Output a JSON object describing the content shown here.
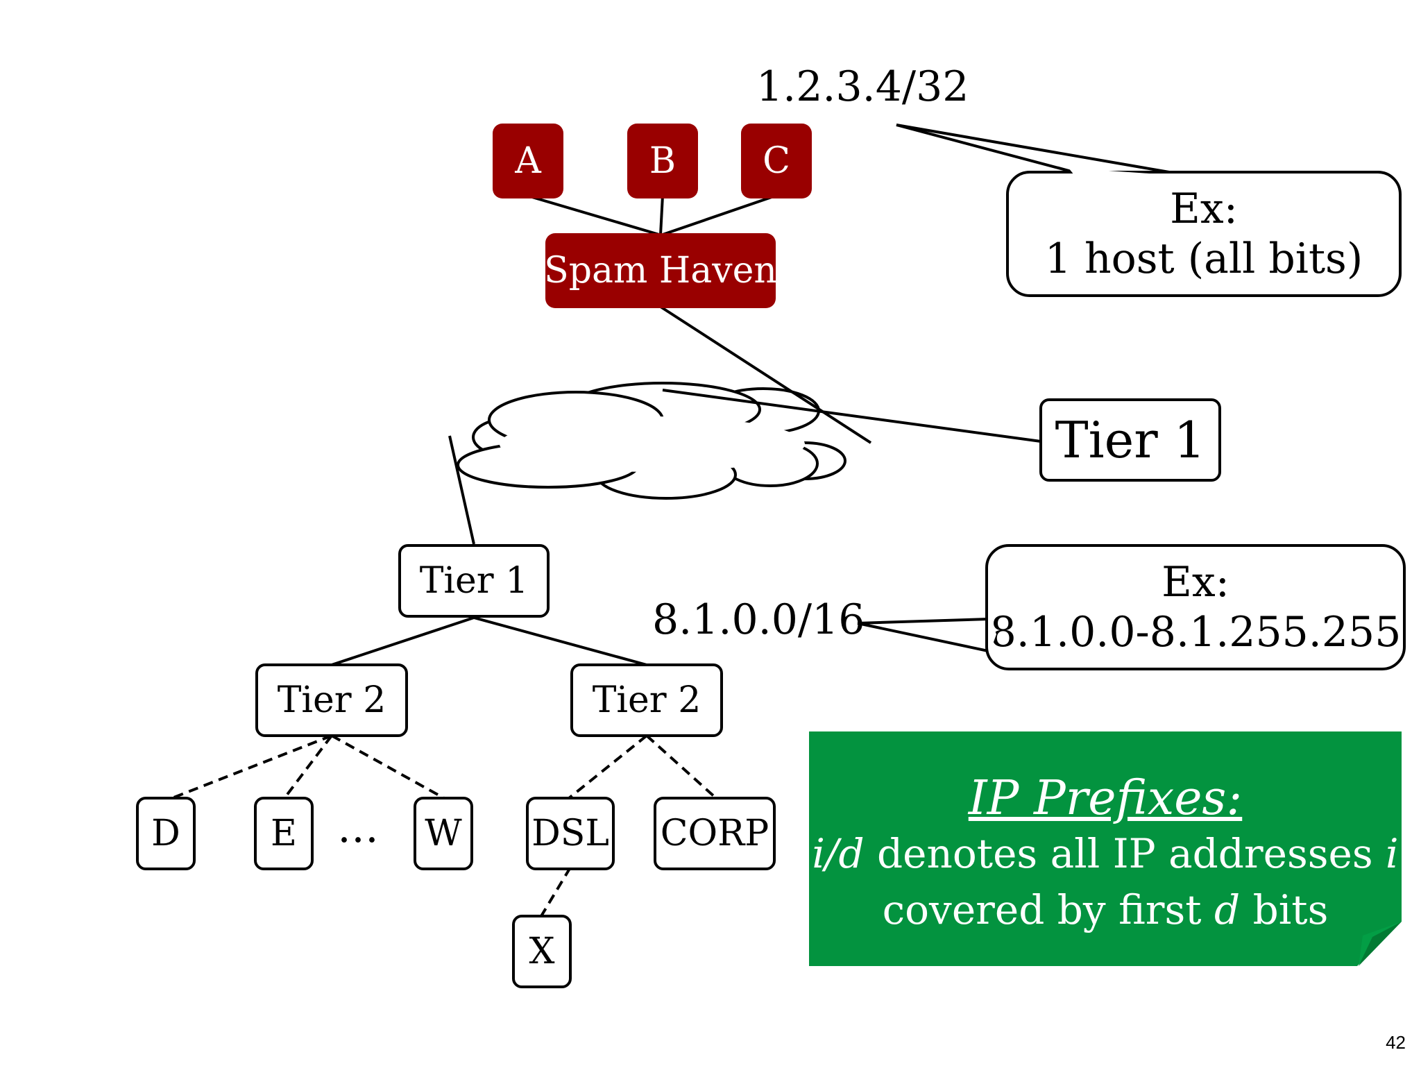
{
  "nodes": {
    "host_a": "A",
    "host_b": "B",
    "host_c": "C",
    "spam_haven": "Spam Haven",
    "tier1_box": "Tier 1",
    "tier2_left": "Tier 2",
    "tier2_right": "Tier 2",
    "leaf_d": "D",
    "leaf_e": "E",
    "ellipsis": "…",
    "leaf_w": "W",
    "leaf_dsl": "DSL",
    "leaf_corp": "CORP",
    "leaf_x": "X"
  },
  "labels": {
    "prefix_32": "1.2.3.4/32",
    "prefix_16": "8.1.0.0/16",
    "cloud_tier1": "Tier 1"
  },
  "callouts": {
    "host": {
      "line1": "Ex:",
      "line2": "1 host (all bits)"
    },
    "range": {
      "line1": "Ex:",
      "line2": "8.1.0.0-8.1.255.255"
    }
  },
  "note": {
    "title": "IP Prefixes:",
    "line1_a": "i/d",
    "line1_b": " denotes all IP addresses ",
    "line1_c": "i",
    "line2_a": "covered by first ",
    "line2_b": "d",
    "line2_c": " bits"
  },
  "page_number": "42",
  "colors": {
    "red": "#990000",
    "green": "#03933f"
  }
}
